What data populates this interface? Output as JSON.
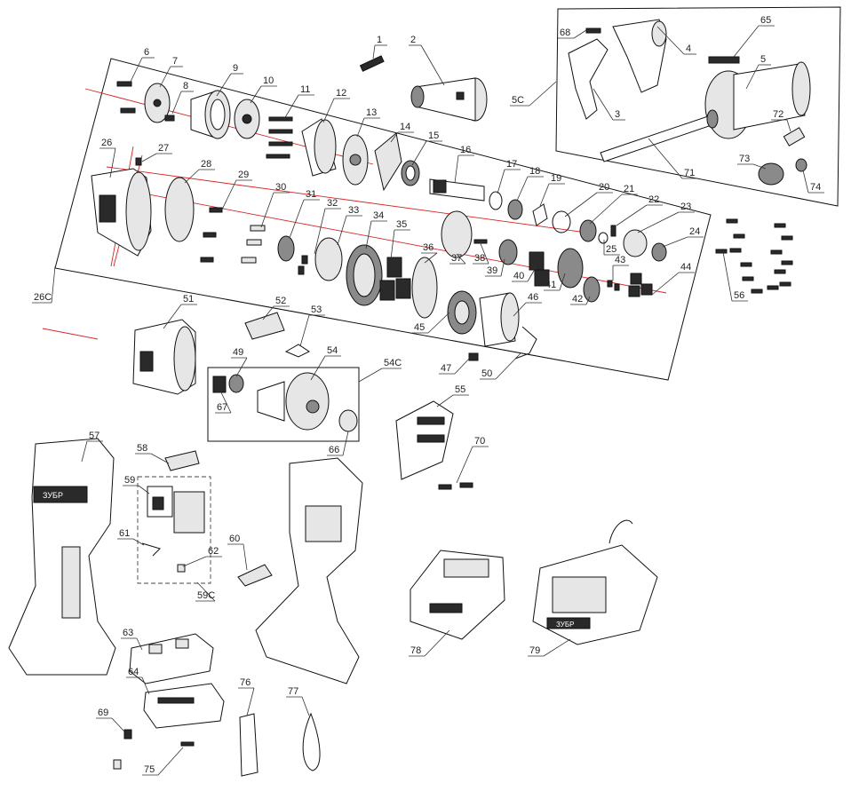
{
  "labels": [
    "1",
    "2",
    "3",
    "4",
    "5",
    "5C",
    "6",
    "7",
    "8",
    "9",
    "10",
    "11",
    "12",
    "13",
    "14",
    "15",
    "16",
    "17",
    "18",
    "19",
    "20",
    "21",
    "22",
    "23",
    "24",
    "25",
    "26",
    "26C",
    "27",
    "28",
    "29",
    "30",
    "31",
    "32",
    "33",
    "34",
    "35",
    "36",
    "37",
    "38",
    "39",
    "40",
    "41",
    "42",
    "43",
    "44",
    "45",
    "46",
    "47",
    "49",
    "50",
    "51",
    "52",
    "53",
    "54",
    "54C",
    "55",
    "56",
    "57",
    "58",
    "59",
    "59C",
    "60",
    "61",
    "62",
    "63",
    "64",
    "65",
    "66",
    "67",
    "68",
    "69",
    "70",
    "71",
    "72",
    "73",
    "74",
    "75",
    "76",
    "77",
    "78",
    "79"
  ],
  "logo_text": "ЗУБР"
}
